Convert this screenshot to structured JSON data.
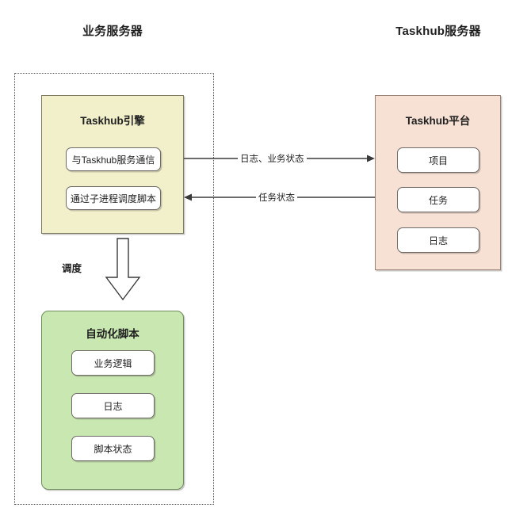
{
  "headings": {
    "business_server": "业务服务器",
    "taskhub_server": "Taskhub服务器"
  },
  "colors": {
    "engine_fill": "#f2efcb",
    "script_fill": "#c9e8b1",
    "platform_fill": "#f7e0d4",
    "item_fill": "#ffffff",
    "stroke": "#3a3a3a",
    "background": "#ffffff"
  },
  "groups": {
    "engine": {
      "title": "Taskhub引擎",
      "items": [
        {
          "label": "与Taskhub服务通信"
        },
        {
          "label": "通过子进程调度脚本"
        }
      ]
    },
    "script": {
      "title": "自动化脚本",
      "items": [
        {
          "label": "业务逻辑"
        },
        {
          "label": "日志"
        },
        {
          "label": "脚本状态"
        }
      ]
    },
    "platform": {
      "title": "Taskhub平台",
      "items": [
        {
          "label": "项目"
        },
        {
          "label": "任务"
        },
        {
          "label": "日志"
        }
      ]
    }
  },
  "connectors": {
    "logs_status": "日志、业务状态",
    "task_status": "任务状态",
    "dispatch": "调度"
  }
}
